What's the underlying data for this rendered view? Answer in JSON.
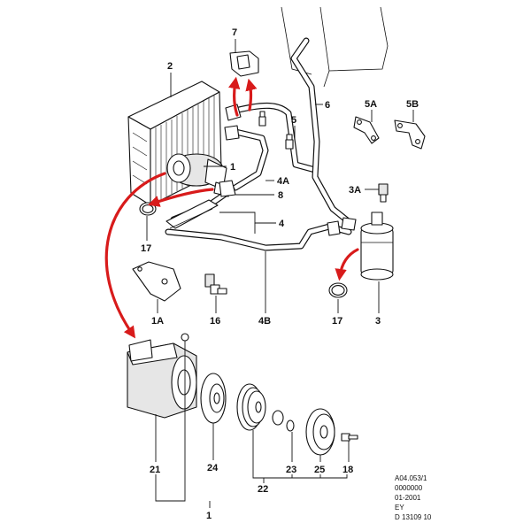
{
  "callouts": {
    "p7": "7",
    "p2": "2",
    "p6": "6",
    "p5": "5",
    "p5A": "5A",
    "p5B": "5B",
    "p1_top": "1",
    "p4A": "4A",
    "p8": "8",
    "p3A": "3A",
    "p4": "4",
    "p17_left": "17",
    "p1A": "1A",
    "p16": "16",
    "p4B": "4B",
    "p17_right": "17",
    "p3": "3",
    "p21": "21",
    "p24": "24",
    "p23": "23",
    "p25": "25",
    "p18": "18",
    "p22": "22",
    "p1_bottom": "1"
  },
  "reference": {
    "line1": "A04.053/1",
    "line2": "0000000",
    "line3": "01-2001",
    "line4": "EY",
    "line5": "D 13109 10"
  },
  "colors": {
    "arrow": "#d81b1b",
    "ink": "#111111",
    "paper": "#ffffff"
  }
}
